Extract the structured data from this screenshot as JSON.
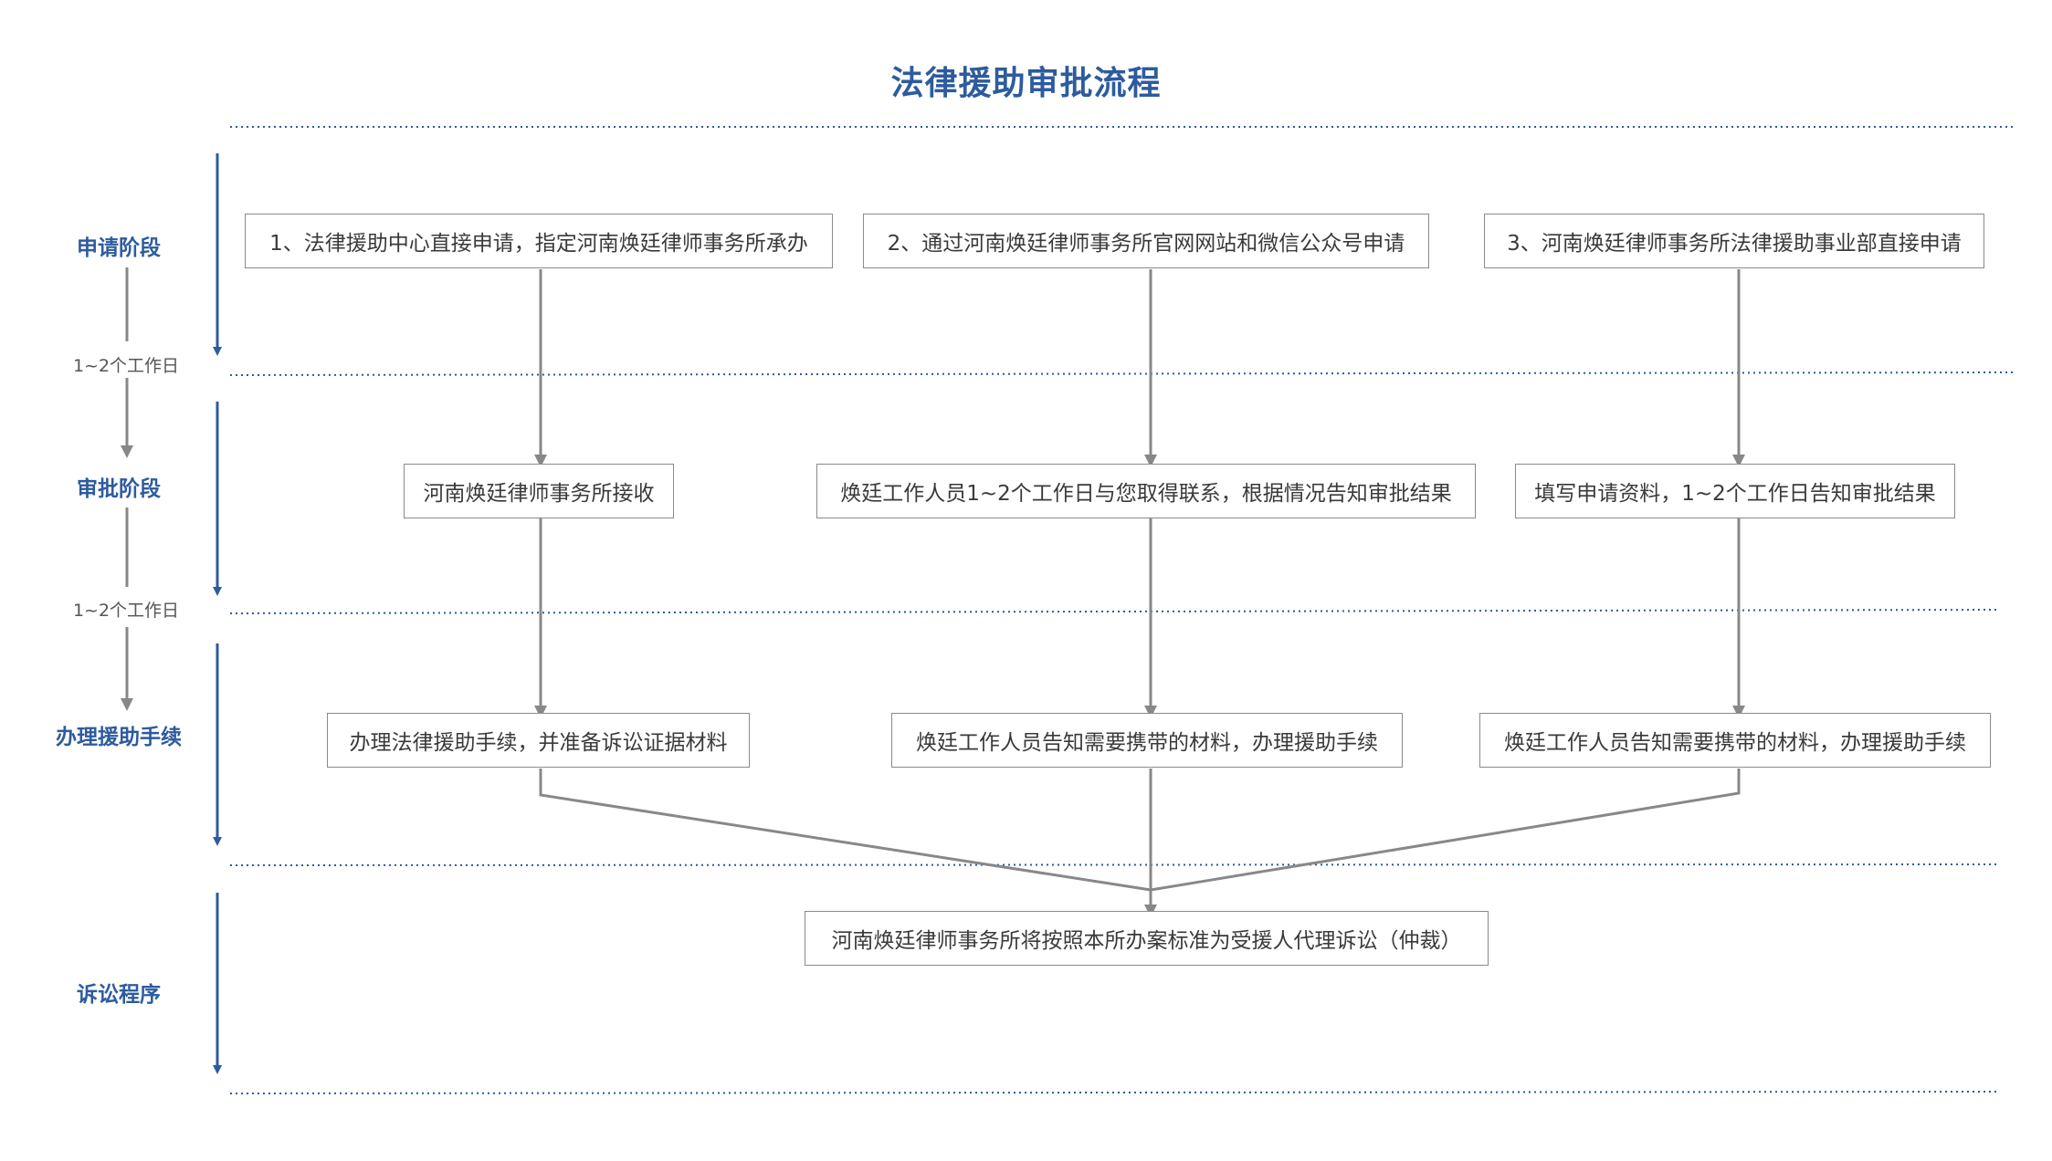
{
  "title": "法律援助审批流程",
  "stages": [
    {
      "label": "申请阶段"
    },
    {
      "label": "审批阶段"
    },
    {
      "label": "办理援助手续"
    },
    {
      "label": "诉讼程序"
    }
  ],
  "durations": [
    "1~2个工作日",
    "1~2个工作日"
  ],
  "row1": [
    "1、法律援助中心直接申请，指定河南焕廷律师事务所承办",
    "2、通过河南焕廷律师事务所官网网站和微信公众号申请",
    "3、河南焕廷律师事务所法律援助事业部直接申请"
  ],
  "row2": [
    "河南焕廷律师事务所接收",
    "焕廷工作人员1~2个工作日与您取得联系，根据情况告知审批结果",
    "填写申请资料，1~2个工作日告知审批结果"
  ],
  "row3": [
    "办理法律援助手续，并准备诉讼证据材料",
    "焕廷工作人员告知需要携带的材料，办理援助手续",
    "焕廷工作人员告知需要携带的材料，办理援助手续"
  ],
  "final": "河南焕廷律师事务所将按照本所办案标准为受援人代理诉讼（仲裁）",
  "colors": {
    "accent": "#2d5b9e",
    "connector": "#888888",
    "box_border": "#8a8a8a"
  }
}
